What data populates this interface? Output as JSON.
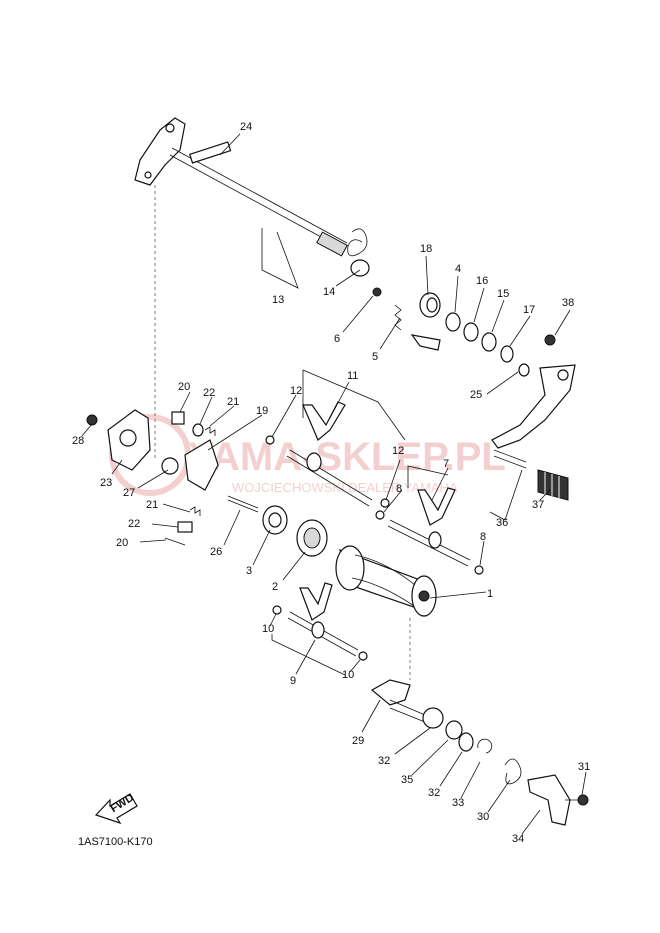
{
  "watermark": {
    "text": "YAMA-SKLEP.PL",
    "subtext": "WOJCIECHOWSKI DEALER YAMAHA",
    "color": "#e8a0a0"
  },
  "diagram_code": "1AS7100-K170",
  "fwd_label": "FWD",
  "callouts": {
    "c1": "1",
    "c2": "2",
    "c3": "3",
    "c4": "4",
    "c5": "5",
    "c6": "6",
    "c7": "7",
    "c8a": "8",
    "c8b": "8",
    "c9": "9",
    "c10a": "10",
    "c10b": "10",
    "c11": "11",
    "c12a": "12",
    "c12b": "12",
    "c13": "13",
    "c14": "14",
    "c15": "15",
    "c16": "16",
    "c17": "17",
    "c18": "18",
    "c19": "19",
    "c20a": "20",
    "c20b": "20",
    "c21a": "21",
    "c21b": "21",
    "c22a": "22",
    "c22b": "22",
    "c23": "23",
    "c24": "24",
    "c25": "25",
    "c26": "26",
    "c27": "27",
    "c28": "28",
    "c29": "29",
    "c30": "30",
    "c31": "31",
    "c32a": "32",
    "c32b": "32",
    "c33": "33",
    "c34": "34",
    "c35": "35",
    "c36": "36",
    "c37": "37",
    "c38": "38"
  }
}
